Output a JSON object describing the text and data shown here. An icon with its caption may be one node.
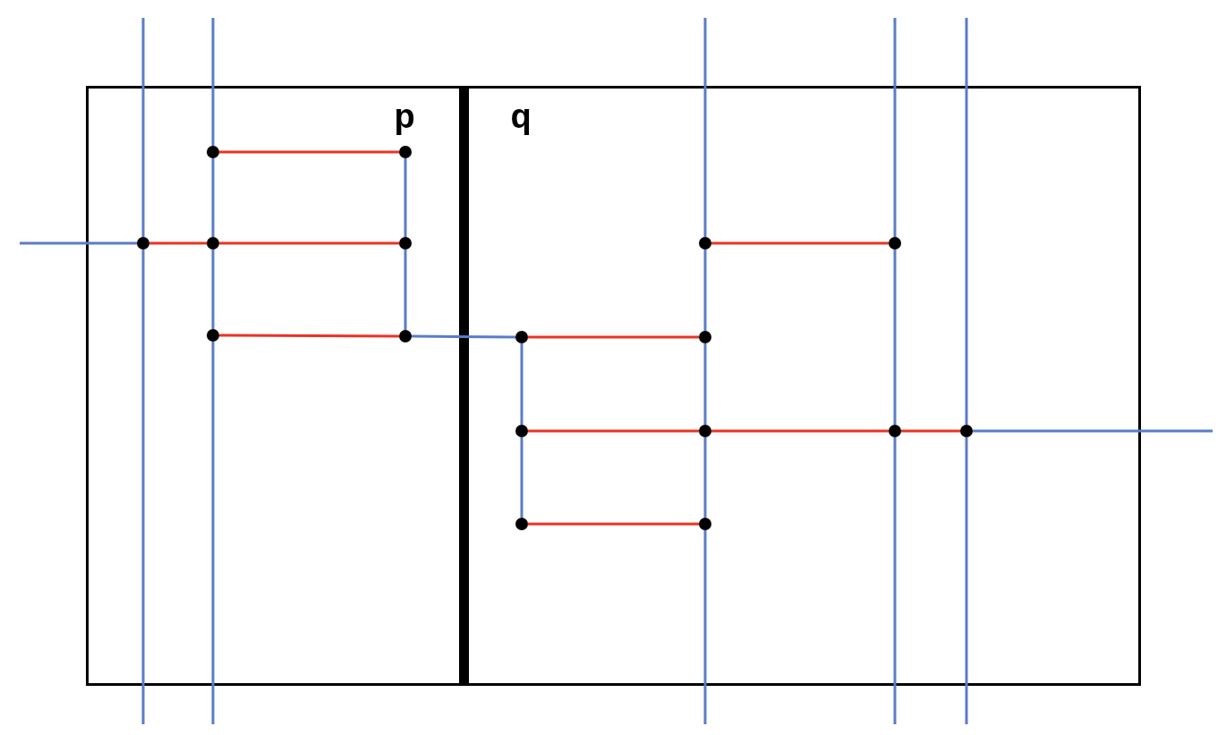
{
  "diagram": {
    "nodes": [
      {
        "text": [
          "p"
        ]
      },
      {
        "text": [
          "q"
        ]
      },
      {
        "text": [],
        "shape": "circle",
        "in": 0
      },
      {
        "text": [],
        "shape": "circle",
        "in": 0
      },
      {
        "text": [],
        "shape": "circle",
        "in": 0
      },
      {
        "text": [],
        "shape": "circle",
        "in": 0
      },
      {
        "text": [],
        "shape": "circle",
        "in": 0
      },
      {
        "text": [],
        "shape": "circle",
        "in": 0
      },
      {
        "text": [],
        "shape": "circle",
        "in": 0
      },
      {
        "text": [],
        "shape": "circle",
        "in": 1
      },
      {
        "text": [],
        "shape": "circle",
        "in": 1
      },
      {
        "text": [],
        "shape": "circle",
        "in": 1
      },
      {
        "text": [],
        "shape": "circle",
        "in": 1
      },
      {
        "text": [],
        "shape": "circle",
        "in": 1
      },
      {
        "text": [],
        "shape": "circle",
        "in": 1
      },
      {
        "text": [],
        "shape": "circle",
        "in": 1
      },
      {
        "text": [],
        "shape": "circle",
        "in": 1
      },
      {
        "text": [],
        "shape": "circle",
        "in": 1
      },
      {
        "text": [],
        "shape": "circle",
        "in": 1
      }
    ],
    "edges": [
      {
        "from": 2,
        "to": 3,
        "arrow": "none",
        "color": "#ec3223"
      },
      {
        "from": 4,
        "to": 5,
        "arrow": "none",
        "color": "#ec3223"
      },
      {
        "from": 5,
        "to": 6,
        "arrow": "none",
        "color": "#ec3223"
      },
      {
        "from": 7,
        "to": 8,
        "arrow": "none",
        "color": "#ec3223"
      },
      {
        "from": 9,
        "to": 10,
        "arrow": "none",
        "color": "#ec3223"
      },
      {
        "from": 11,
        "to": 12,
        "arrow": "none",
        "color": "#ec3223"
      },
      {
        "from": 13,
        "to": 14,
        "arrow": "none",
        "color": "#ec3223"
      },
      {
        "from": 14,
        "to": 15,
        "arrow": "none",
        "color": "#ec3223"
      },
      {
        "from": 15,
        "to": 16,
        "arrow": "none",
        "color": "#ec3223"
      },
      {
        "from": 17,
        "to": 18,
        "arrow": "none",
        "color": "#ec3223"
      },
      {
        "from": null,
        "to": 4,
        "arrow": "none"
      },
      {
        "from": 3,
        "to": 6,
        "arrow": "none"
      },
      {
        "from": 6,
        "to": 8,
        "arrow": "none"
      },
      {
        "from": 8,
        "to": 11,
        "arrow": "none"
      },
      {
        "from": 11,
        "to": 13,
        "arrow": "none"
      },
      {
        "from": 13,
        "to": 17,
        "arrow": "none"
      },
      {
        "from": 16,
        "to": null,
        "arrow": "none"
      },
      {
        "from": null,
        "to": 4,
        "arrow": "none"
      },
      {
        "from": 4,
        "to": null,
        "arrow": "none"
      },
      {
        "from": null,
        "to": 2,
        "arrow": "none"
      },
      {
        "from": 2,
        "to": 5,
        "arrow": "none"
      },
      {
        "from": 5,
        "to": 7,
        "arrow": "none"
      },
      {
        "from": 7,
        "to": null,
        "arrow": "none"
      },
      {
        "from": null,
        "to": 9,
        "arrow": "none"
      },
      {
        "from": 9,
        "to": 12,
        "arrow": "none"
      },
      {
        "from": 12,
        "to": 14,
        "arrow": "none"
      },
      {
        "from": 14,
        "to": 18,
        "arrow": "none"
      },
      {
        "from": 18,
        "to": null,
        "arrow": "none"
      },
      {
        "from": null,
        "to": 10,
        "arrow": "none"
      },
      {
        "from": 10,
        "to": 15,
        "arrow": "none"
      },
      {
        "from": 15,
        "to": null,
        "arrow": "none"
      },
      {
        "from": null,
        "to": 16,
        "arrow": "none"
      },
      {
        "from": 16,
        "to": null,
        "arrow": "none"
      }
    ]
  }
}
